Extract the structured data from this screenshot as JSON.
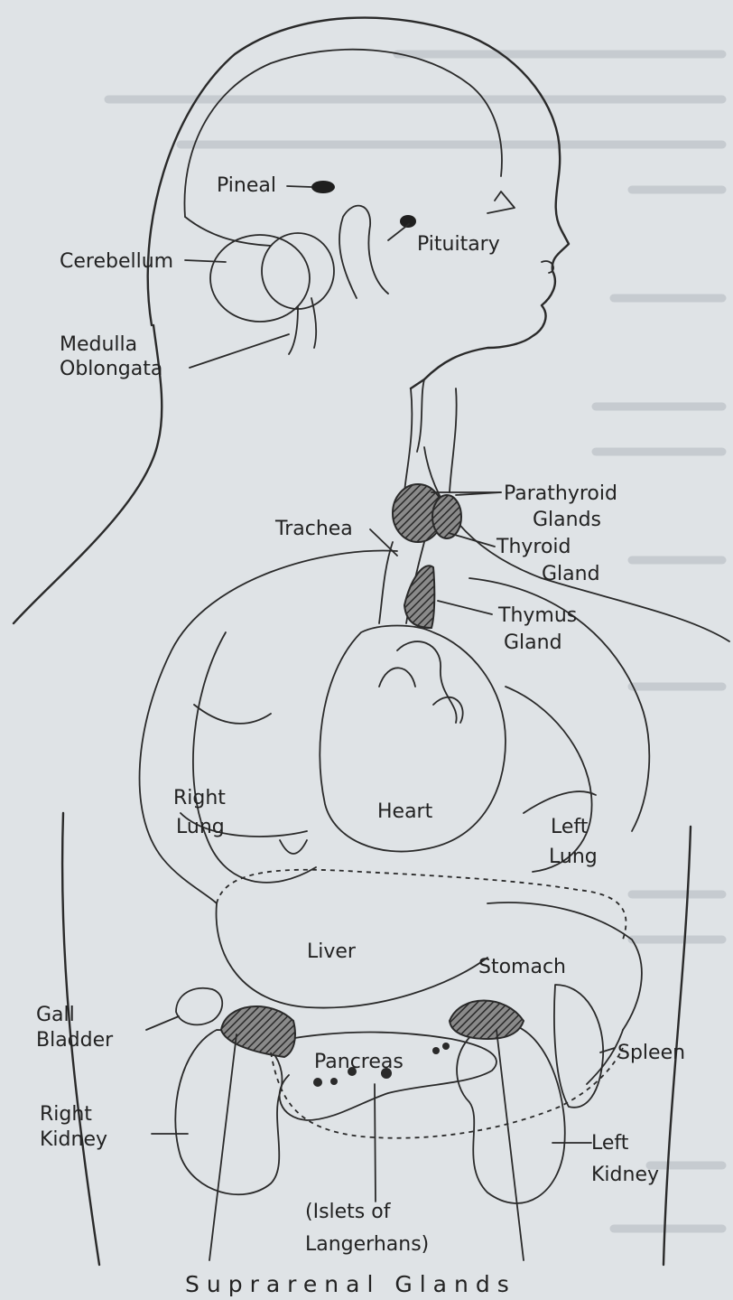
{
  "colors": {
    "paper": "#dfe3e6",
    "ink": "#2a2a2a",
    "shade": "#555555",
    "bleed_text": "#c6cbd0"
  },
  "labels": {
    "pineal": "Pineal",
    "pituitary": "Pituitary",
    "cerebellum": "Cerebellum",
    "medulla_1": "Medulla",
    "medulla_2": "Oblongata",
    "parathyroid_1": "Parathyroid",
    "parathyroid_2": "Glands",
    "trachea": "Trachea",
    "thyroid_1": "Thyroid",
    "thyroid_2": "Gland",
    "thymus_1": "Thymus",
    "thymus_2": "Gland",
    "right_lung_1": "Right",
    "right_lung_2": "Lung",
    "heart": "Heart",
    "left_lung_1": "Left",
    "left_lung_2": "Lung",
    "liver": "Liver",
    "stomach": "Stomach",
    "gall_1": "Gall",
    "gall_2": "Bladder",
    "pancreas": "Pancreas",
    "spleen": "Spleen",
    "right_kidney_1": "Right",
    "right_kidney_2": "Kidney",
    "left_kidney_1": "Left",
    "left_kidney_2": "Kidney",
    "islets_1": "(Islets of",
    "islets_2": "Langerhans)",
    "suprarenal": "Suprarenal Glands"
  }
}
